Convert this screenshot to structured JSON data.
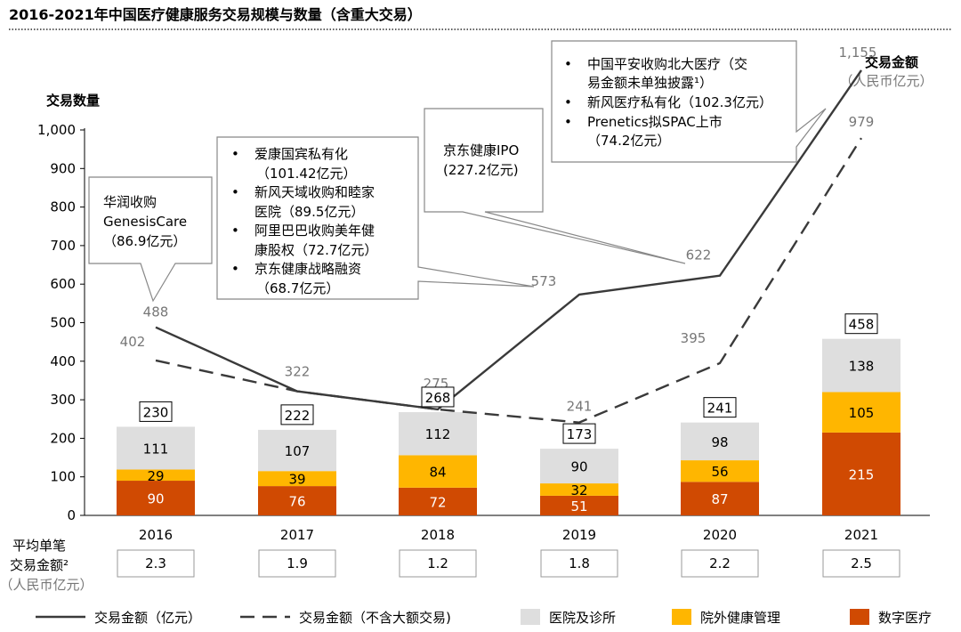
{
  "title": "2016-2021年中国医疗健康服务交易规模与数量（含重大交易）",
  "chart_data": {
    "type": "bar",
    "stacked": true,
    "categories": [
      "2016",
      "2017",
      "2018",
      "2019",
      "2020",
      "2021"
    ],
    "series": [
      {
        "name": "数字医疗",
        "values": [
          90,
          76,
          72,
          51,
          87,
          215
        ],
        "color": "#d04a02"
      },
      {
        "name": "院外健康管理",
        "values": [
          29,
          39,
          84,
          32,
          56,
          105
        ],
        "color": "#ffb600"
      },
      {
        "name": "医院及诊所",
        "values": [
          111,
          107,
          112,
          90,
          98,
          138
        ],
        "color": "#dedede"
      }
    ],
    "totals": [
      230,
      222,
      268,
      173,
      241,
      458
    ],
    "lines": [
      {
        "name": "交易金额（亿元）",
        "style": "solid",
        "values": [
          488,
          322,
          275,
          573,
          622,
          1155
        ],
        "labels": [
          "488",
          "322",
          "275",
          "573",
          "622",
          "1,155"
        ]
      },
      {
        "name": "交易金额（不含大额交易)",
        "style": "dashed",
        "values": [
          402,
          322,
          275,
          241,
          395,
          979
        ],
        "labels": [
          "402",
          "",
          "",
          "241",
          "395",
          "979"
        ]
      }
    ],
    "ylabel": "交易数量",
    "y2label": "交易金额",
    "y2unit": "（人民币亿元）",
    "ylim": [
      0,
      1000
    ],
    "yticks": [
      "0",
      "100",
      "200",
      "300",
      "400",
      "500",
      "600",
      "700",
      "800",
      "900",
      "1,000"
    ],
    "grid": false,
    "legend_position": "bottom"
  },
  "avg": {
    "label_lines": [
      "平均单笔",
      "交易金额²"
    ],
    "unit": "（人民币亿元）",
    "values": [
      "2.3",
      "1.9",
      "1.2",
      "1.8",
      "2.2",
      "2.5"
    ]
  },
  "callouts": [
    {
      "lines": [
        "华润收购",
        "GenesisCare",
        "（86.9亿元）"
      ]
    },
    {
      "bullets": [
        [
          "爱康国宾私有化",
          "（101.42亿元）"
        ],
        [
          "新风天域收购和睦家",
          "医院（89.5亿元）"
        ],
        [
          "阿里巴巴收购美年健",
          "康股权（72.7亿元）"
        ],
        [
          "京东健康战略融资",
          "（68.7亿元）"
        ]
      ]
    },
    {
      "lines": [
        "京东健康IPO",
        "(227.2亿元)"
      ]
    },
    {
      "bullets": [
        [
          "中国平安收购北大医疗（交",
          "易金额未单独披露¹）"
        ],
        [
          "新风医疗私有化（102.3亿元）"
        ],
        [
          "Prenetics拟SPAC上市",
          "（74.2亿元）"
        ]
      ]
    }
  ],
  "legend": [
    {
      "label": "交易金额（亿元）",
      "kind": "solid-line"
    },
    {
      "label": "交易金额（不含大额交易)",
      "kind": "dashed-line"
    },
    {
      "label": "医院及诊所",
      "kind": "box",
      "color": "#dedede"
    },
    {
      "label": "院外健康管理",
      "kind": "box",
      "color": "#ffb600"
    },
    {
      "label": "数字医疗",
      "kind": "box",
      "color": "#d04a02"
    }
  ],
  "colors": {
    "line": "#3a3a3a",
    "axis": "#000000",
    "line_label": "#777777",
    "callout_border": "#888888"
  }
}
